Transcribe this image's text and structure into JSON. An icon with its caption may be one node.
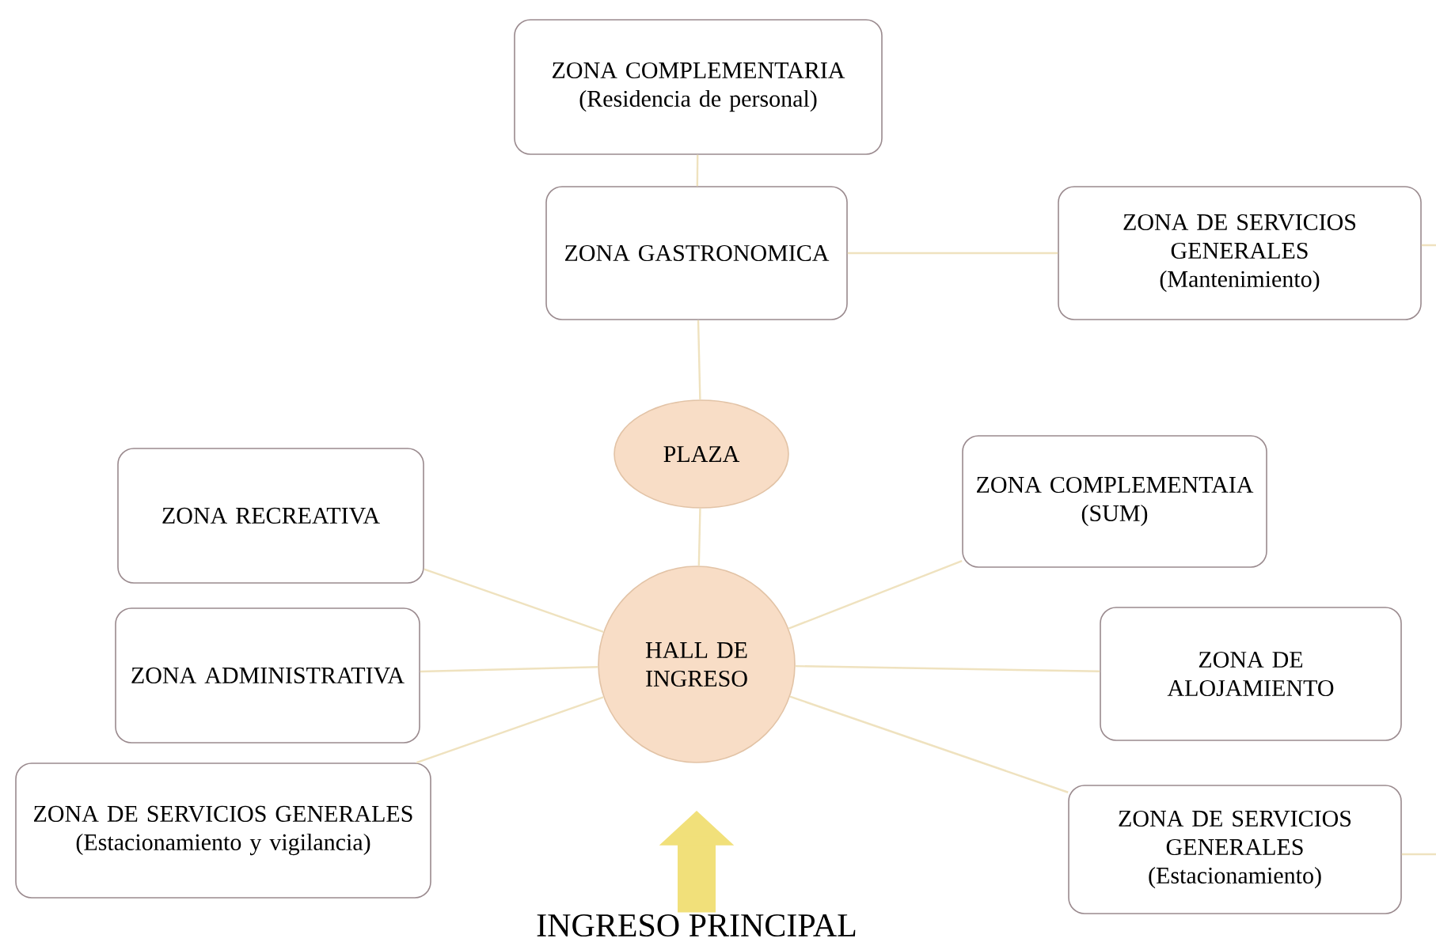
{
  "diagram": {
    "nodes": [
      {
        "text": [
          "ZONA COMPLEMENTARIA",
          "(Residencia de personal)"
        ]
      },
      {
        "text": [
          "ZONA GASTRONOMICA"
        ]
      },
      {
        "text": [
          "ZONA DE SERVICIOS GENERALES",
          "(Mantenimiento)"
        ]
      },
      {
        "text": [
          "PLAZA"
        ]
      },
      {
        "text": [
          "HALL DE INGRESO"
        ]
      },
      {
        "text": [
          "ZONA RECREATIVA"
        ]
      },
      {
        "text": [
          "ZONA COMPLEMENTAIA",
          "(SUM)"
        ]
      },
      {
        "text": [
          "ZONA ADMINISTRATIVA"
        ]
      },
      {
        "text": [
          "ZONA DE ALOJAMIENTO"
        ]
      },
      {
        "text": [
          "ZONA DE SERVICIOS GENERALES",
          "(Estacionamiento y vigilancia)"
        ]
      },
      {
        "text": [
          "ZONA DE SERVICIOS GENERALES",
          "(Estacionamiento)"
        ]
      },
      {
        "text": [
          "INGRESO PRINCIPAL"
        ]
      }
    ],
    "edges": [
      {
        "from": 0,
        "to": 1,
        "arrow": "none"
      },
      {
        "from": 1,
        "to": 2,
        "arrow": "none"
      },
      {
        "from": 1,
        "to": 3,
        "arrow": "none"
      },
      {
        "from": 3,
        "to": 4,
        "arrow": "none"
      },
      {
        "from": 4,
        "to": 5,
        "arrow": "none"
      },
      {
        "from": 4,
        "to": 6,
        "arrow": "none"
      },
      {
        "from": 4,
        "to": 7,
        "arrow": "none"
      },
      {
        "from": 4,
        "to": 8,
        "arrow": "none"
      },
      {
        "from": 4,
        "to": 9,
        "arrow": "none"
      },
      {
        "from": 4,
        "to": 10,
        "arrow": "none"
      },
      {
        "from": 2,
        "to": null,
        "arrow": "none"
      },
      {
        "from": 10,
        "to": null,
        "arrow": "none"
      },
      {
        "from": 11,
        "to": 4,
        "arrow": "to",
        "style": "thick",
        "color": "#f1e07a"
      }
    ]
  }
}
